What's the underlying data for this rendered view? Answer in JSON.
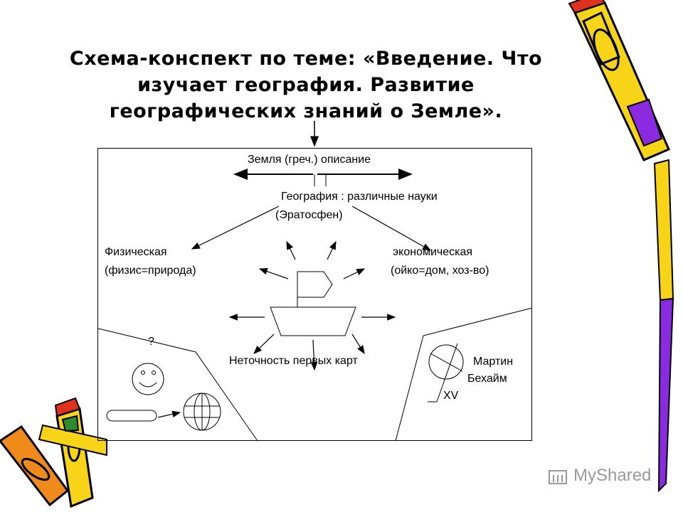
{
  "slide": {
    "title_lines": [
      "Схема-конспект по теме: «Введение. Что",
      "изучает география. Развитие",
      "географических знаний о Земле»."
    ],
    "labels": {
      "earth": "Земля (греч.) описание",
      "geography": "География : различные науки",
      "eratosthenes": "(Эратосфен)",
      "physical": "Физическая",
      "physical_note": "(физис=природа)",
      "economic": "экономическая",
      "economic_note": "(ойко=дом, хоз-во)",
      "question": "?",
      "inaccuracy": "Неточность первых карт",
      "martin": "Мартин",
      "behaim": "Бехайм",
      "century": "XV"
    },
    "watermark": "MyShared",
    "colors": {
      "pencil_yellow": "#f7d417",
      "pencil_purple": "#8a2be2",
      "pencil_orange": "#f08a1a",
      "pencil_red": "#e0301e",
      "pencil_green": "#2e8b2e"
    }
  }
}
